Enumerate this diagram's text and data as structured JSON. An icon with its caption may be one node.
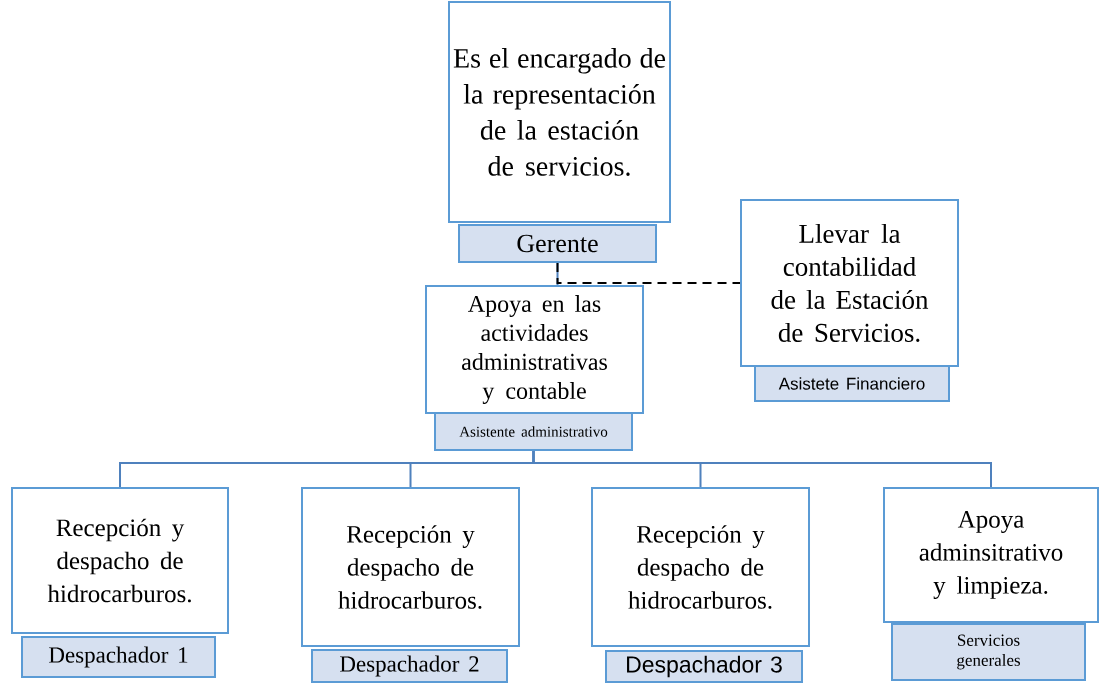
{
  "diagram": {
    "nodes": [
      {
        "text": [
          "Es el encargado de la representación de la estación de servicios.",
          "Gerente"
        ]
      },
      {
        "text": [
          "Apoya en las actividades administrativas y contable",
          "Asistente administrativo"
        ]
      },
      {
        "text": [
          "Llevar la contabilidad de la Estación de Servicios.",
          "Asistete Financiero"
        ]
      },
      {
        "text": [
          "Recepción y despacho de hidrocarburos.",
          "Despachador 1"
        ]
      },
      {
        "text": [
          "Recepción y despacho de hidrocarburos.",
          "Despachador 2"
        ]
      },
      {
        "text": [
          "Recepción y despacho de hidrocarburos.",
          "Despachador 3"
        ]
      },
      {
        "text": [
          "Apoya adminsitrativo y limpieza.",
          "Servicios generales"
        ]
      }
    ],
    "edges": [
      {
        "from": 0,
        "to": 1,
        "arrow": "none"
      },
      {
        "from": 0,
        "to": 2,
        "arrow": "none",
        "style": "dashed",
        "color": "#000000"
      },
      {
        "from": 1,
        "to": 3,
        "arrow": "none"
      },
      {
        "from": 1,
        "to": 4,
        "arrow": "none"
      },
      {
        "from": 1,
        "to": 5,
        "arrow": "none"
      },
      {
        "from": 1,
        "to": 6,
        "arrow": "none"
      }
    ]
  }
}
